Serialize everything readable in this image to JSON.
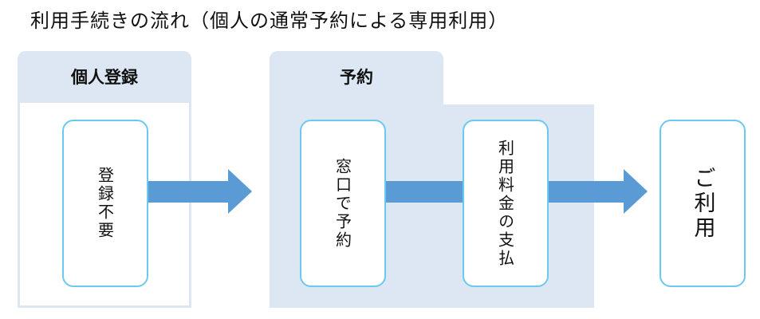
{
  "title": "利用手続きの流れ（個人の通常予約による専用利用）",
  "phases": [
    {
      "label": "個人登録"
    },
    {
      "label": "予約"
    }
  ],
  "steps": [
    {
      "label": "登録不要"
    },
    {
      "label": "窓口で予約"
    },
    {
      "label": "利用料金の支払"
    },
    {
      "label": "ご利用"
    }
  ],
  "colors": {
    "panel_fill": "#dde7f3",
    "box_border": "#6cc9ee",
    "arrow": "#5a9bd5"
  }
}
